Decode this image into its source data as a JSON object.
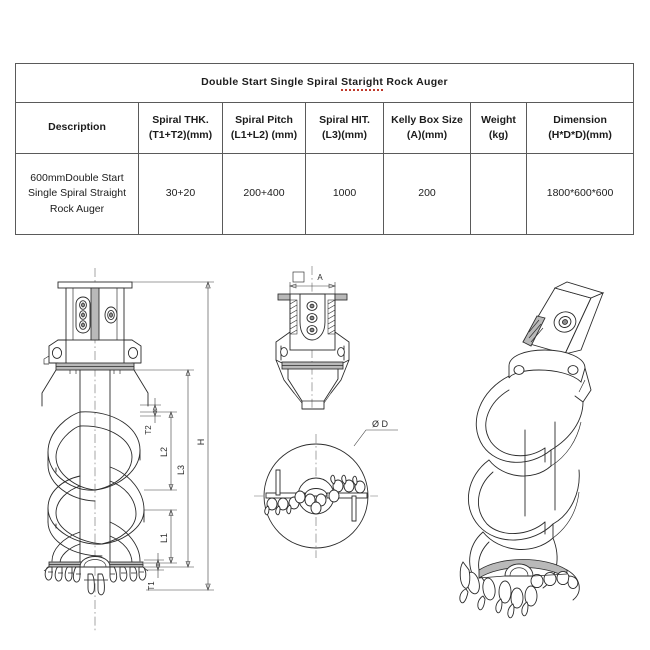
{
  "document": {
    "title": "Double Start Single Spiral Staright Rock Auger",
    "title_plain_a": "Double Start Single Spiral ",
    "title_typo": "Staright",
    "title_plain_b": " Rock Auger"
  },
  "table": {
    "columns": [
      {
        "key": "description",
        "line1": "Description",
        "line2": ""
      },
      {
        "key": "spiral_thk",
        "line1": "Spiral THK.",
        "line2": "(T1+T2)(mm)"
      },
      {
        "key": "spiral_pitch",
        "line1": "Spiral Pitch",
        "line2": "(L1+L2) (mm)"
      },
      {
        "key": "spiral_hit",
        "line1": "Spiral HIT.",
        "line2": "(L3)(mm)"
      },
      {
        "key": "kelly_box",
        "line1": "Kelly Box Size",
        "line2": "(A)(mm)"
      },
      {
        "key": "weight",
        "line1": "Weight",
        "line2": "(kg)"
      },
      {
        "key": "dimension",
        "line1": "Dimension",
        "line2": "(H*D*D)(mm)"
      }
    ],
    "rows": [
      {
        "description_l1": "600mmDouble Start",
        "description_l2": "Single Spiral Straight",
        "description_l3": "Rock Auger",
        "spiral_thk": "30+20",
        "spiral_pitch": "200+400",
        "spiral_hit": "1000",
        "kelly_box": "200",
        "weight": "",
        "dimension": "1800*600*600"
      }
    ]
  },
  "drawings": {
    "front_view": {
      "name": "front-elevation-view",
      "dimensions": {
        "h": "H",
        "l3": "L3",
        "l2": "L2",
        "l1": "L1",
        "t1": "T1",
        "t2": "T2"
      }
    },
    "kelly_detail_view": {
      "name": "kelly-box-detail-view",
      "dimensions": {
        "a": "A"
      }
    },
    "bottom_view": {
      "name": "bottom-plan-view",
      "dimensions": {
        "diameter": "Ø D"
      }
    },
    "iso_view": {
      "name": "isometric-3d-view"
    }
  },
  "colors": {
    "border": "#5a5a5a",
    "line": "#2b2b2b",
    "center_line": "#6b6b6b",
    "typo_underline": "#c0392b",
    "background": "#ffffff"
  }
}
